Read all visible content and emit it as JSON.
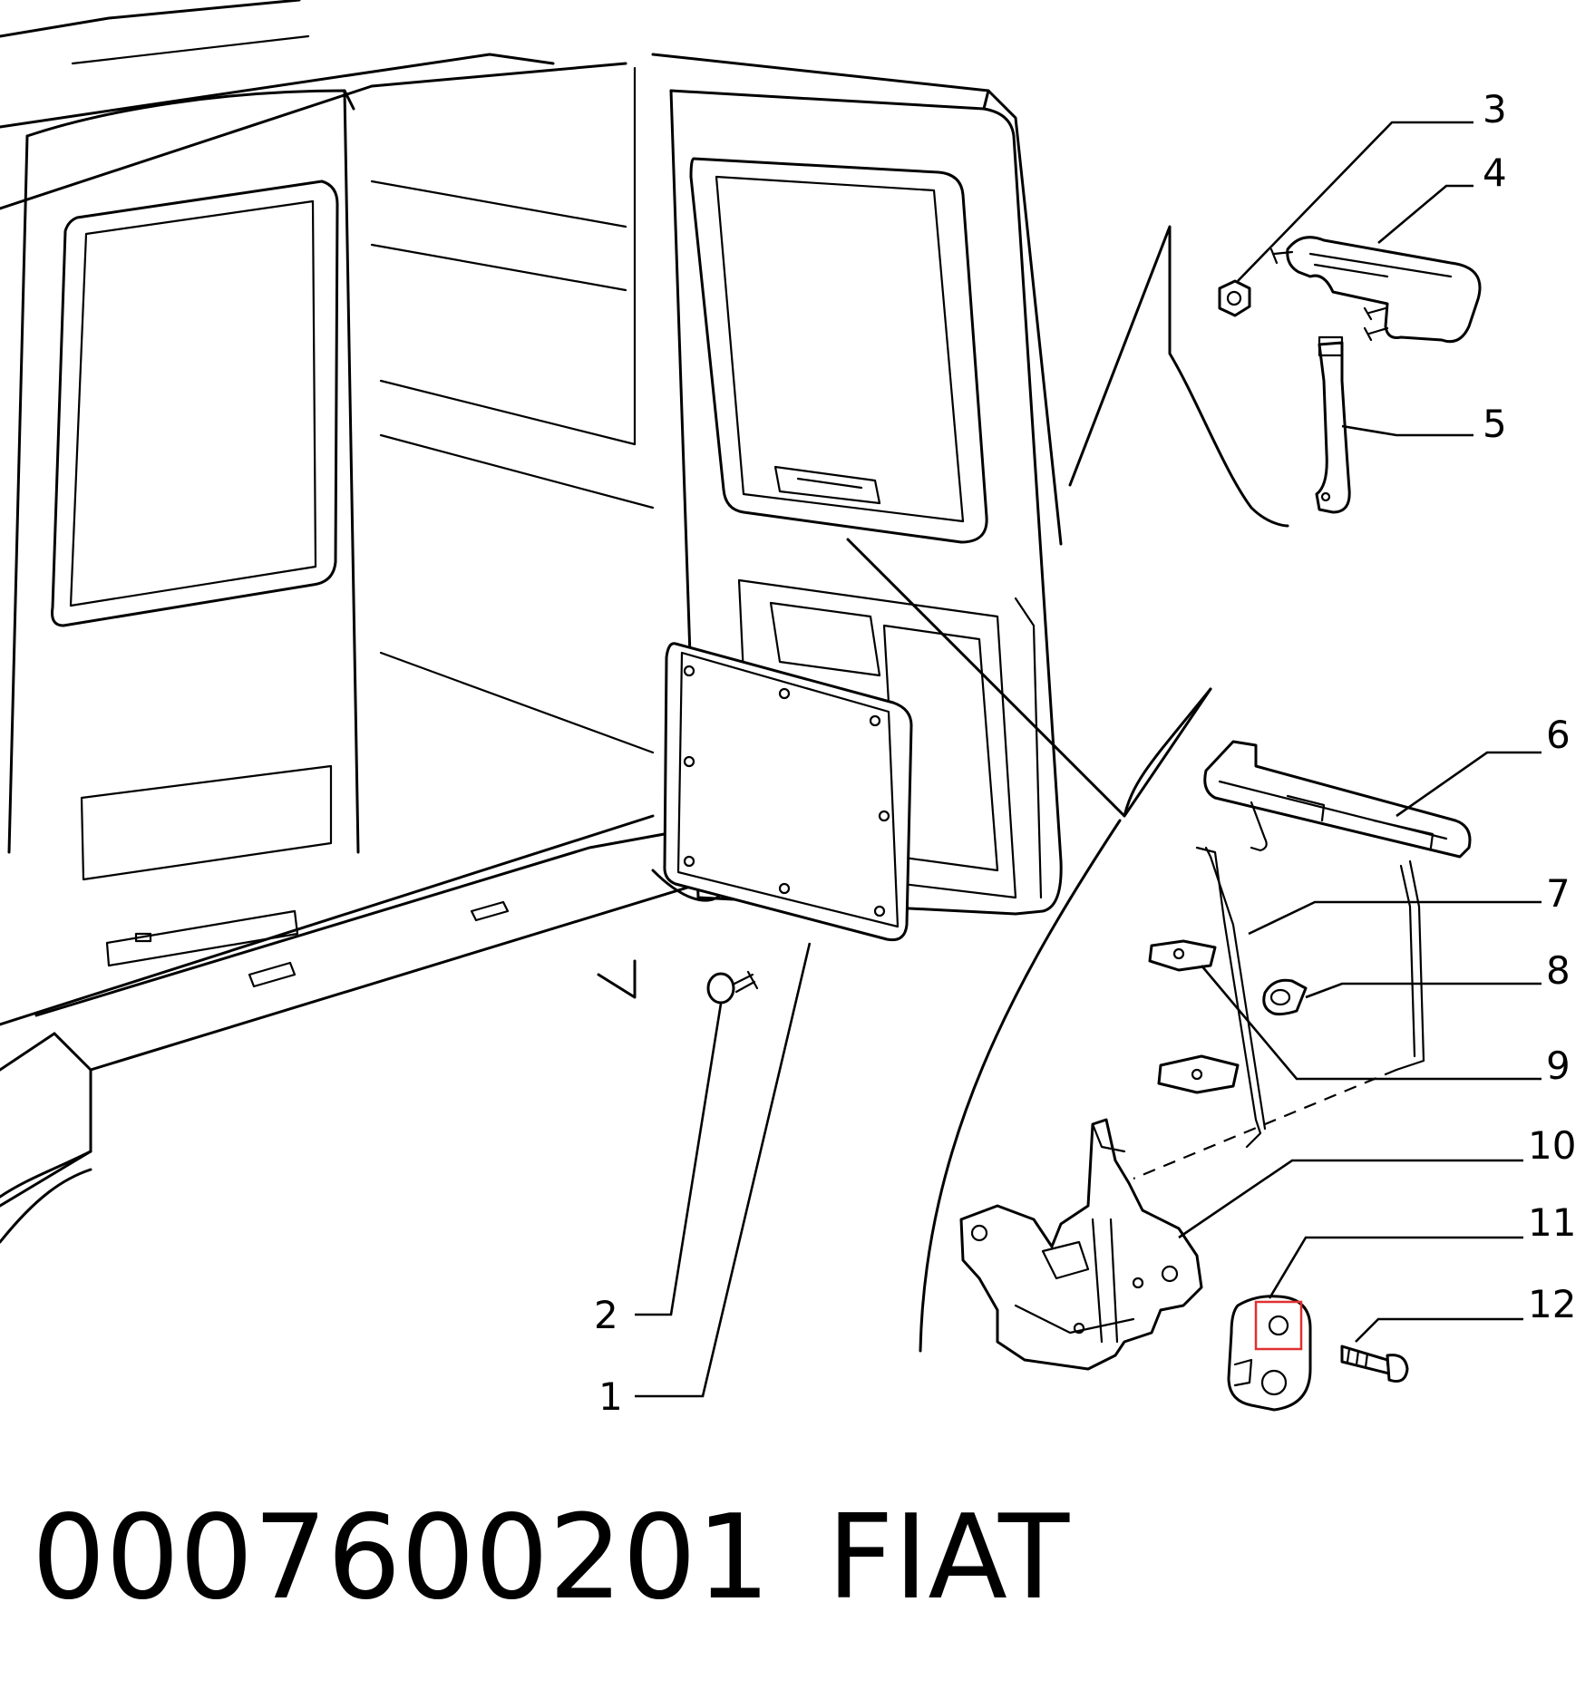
{
  "callouts": [
    "1",
    "2",
    "3",
    "4",
    "5",
    "6",
    "7",
    "8",
    "9",
    "10",
    "11",
    "12"
  ],
  "caption": {
    "part_number": "0007600201",
    "brand": "FIAT"
  },
  "colors": {
    "ink": "#000000",
    "highlight": "#e03030",
    "background": "#ffffff"
  }
}
